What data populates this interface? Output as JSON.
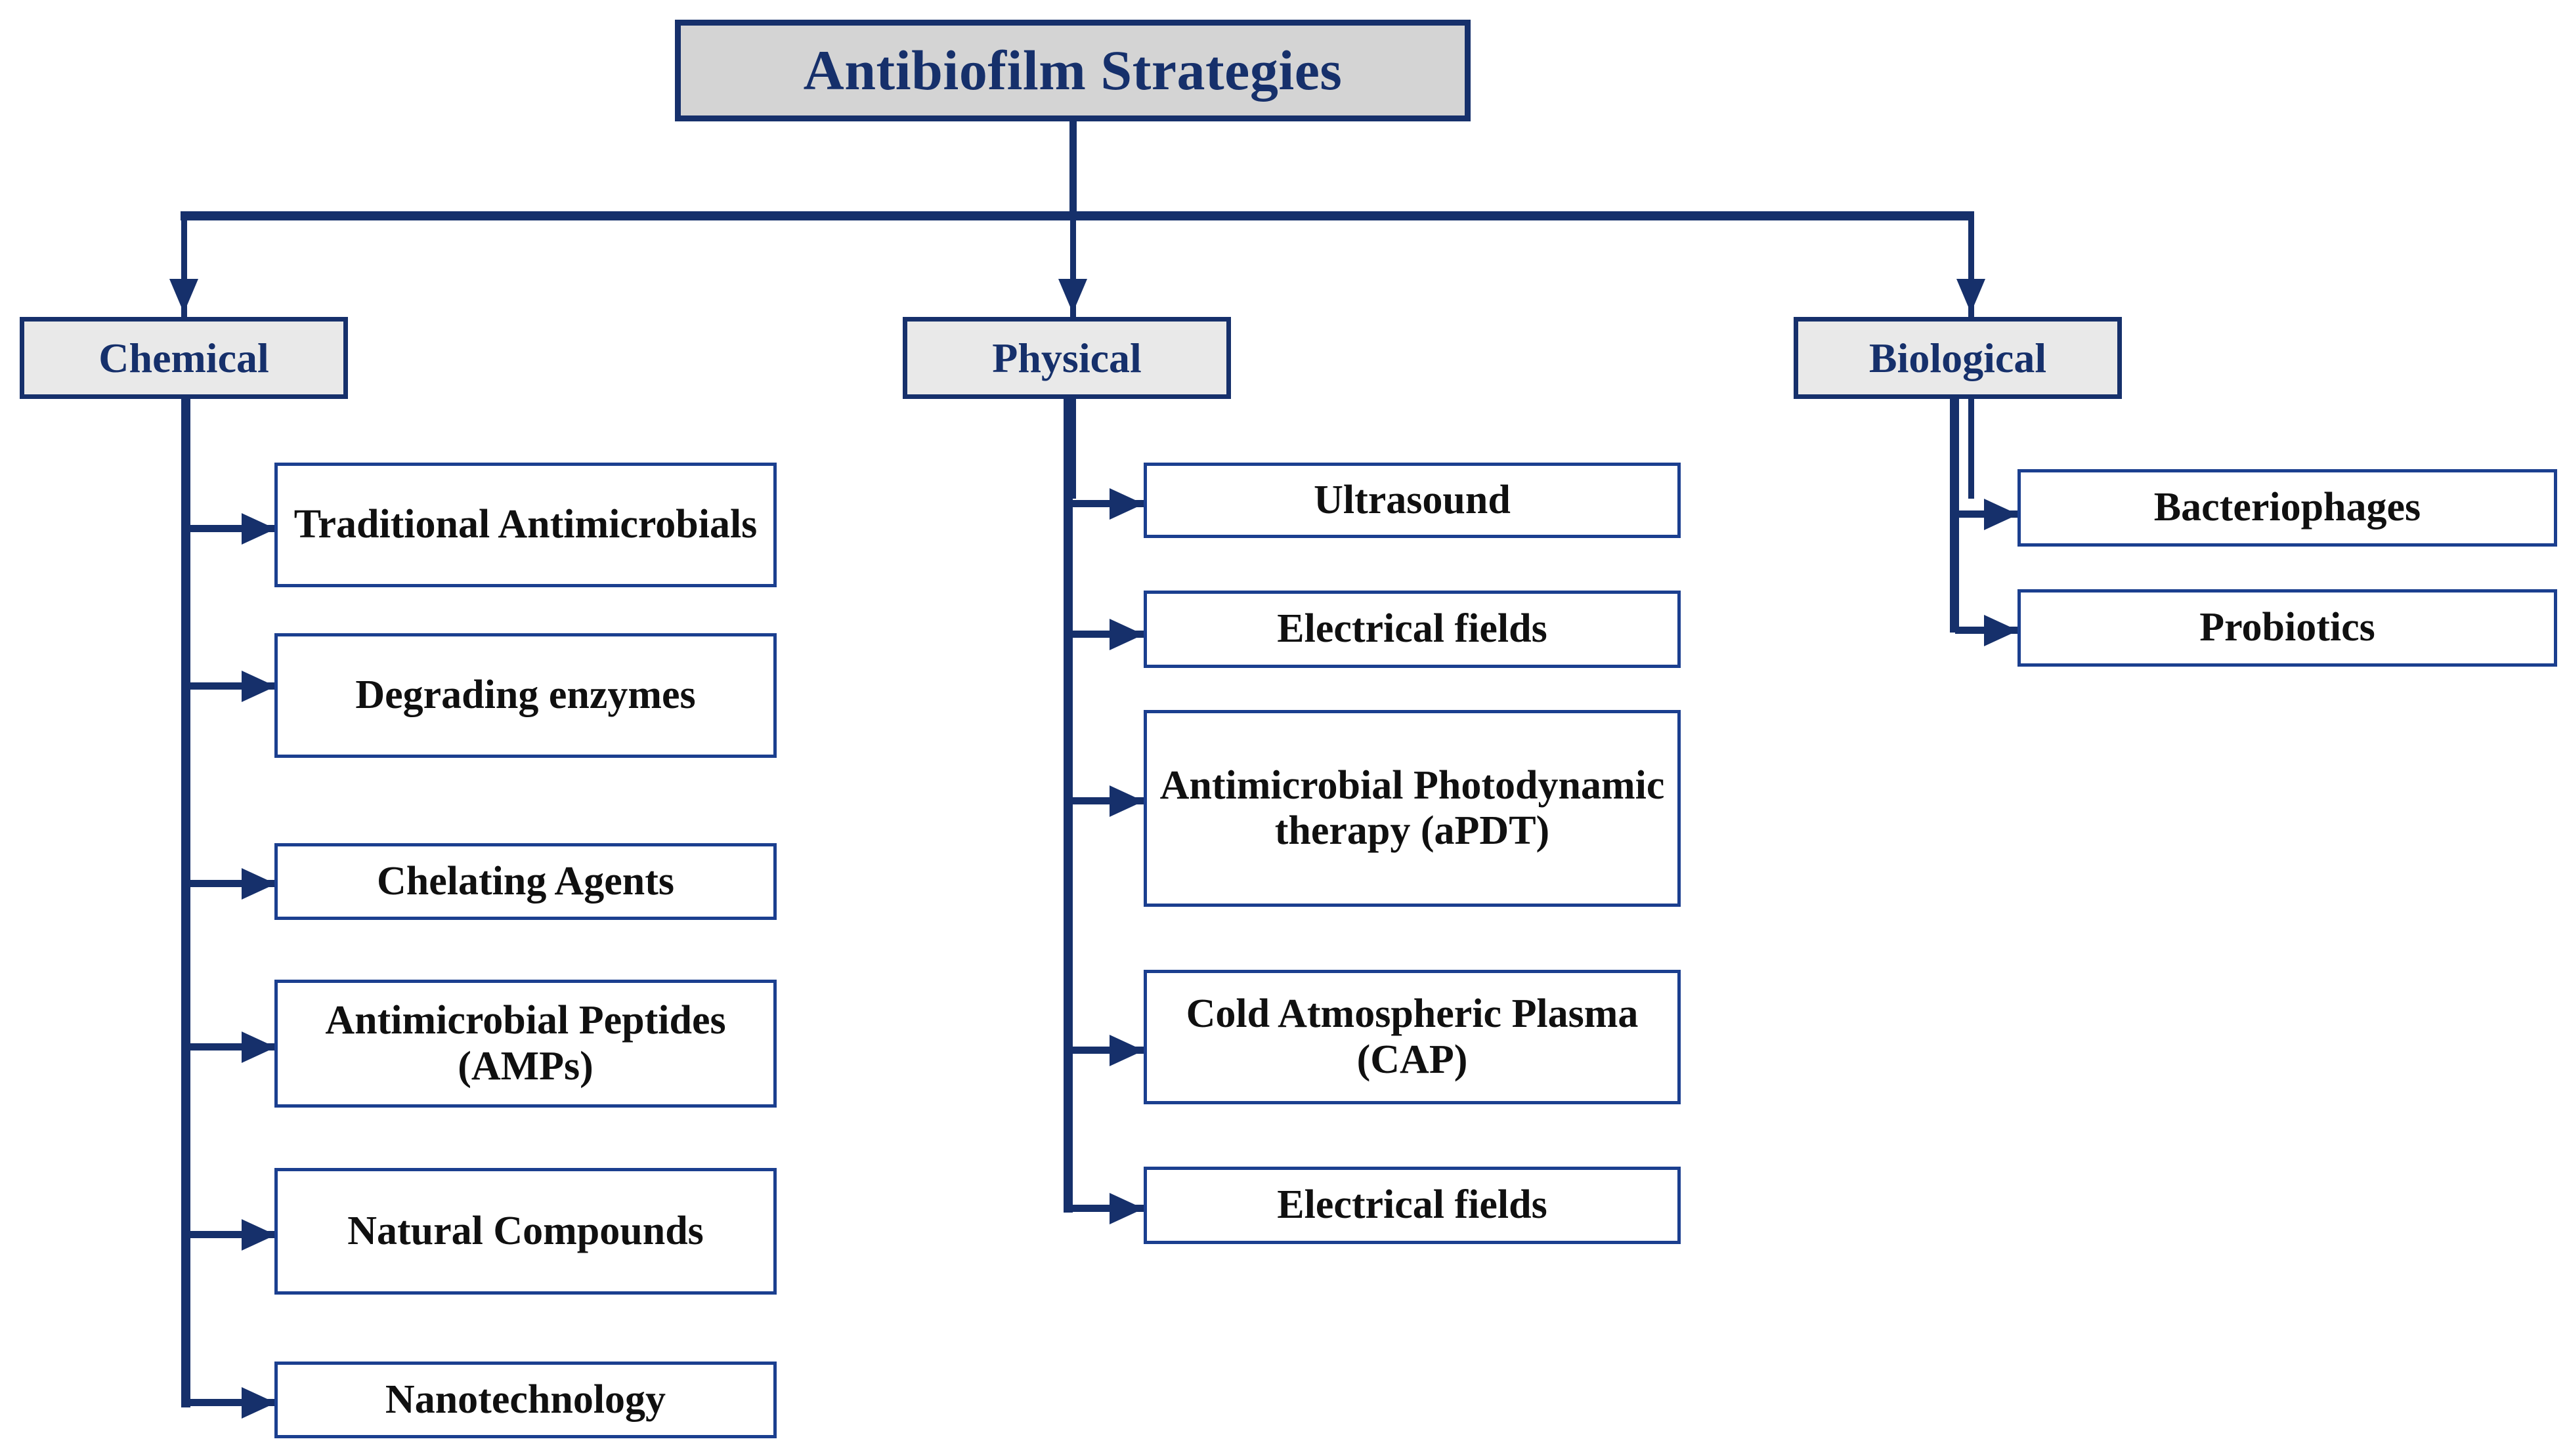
{
  "diagram": {
    "title": "Antibiofilm Strategies",
    "type": "hierarchical-tree",
    "colors": {
      "navy": "#16306b",
      "box_border_blue": "#1b3f8f",
      "root_fill": "#d4d4d4",
      "category_fill": "#e9e9e9",
      "leaf_fill": "#ffffff",
      "root_text": "#16306b",
      "category_text": "#16306b",
      "leaf_text": "#101010"
    },
    "branches": [
      {
        "id": "chemical",
        "label": "Chemical",
        "leaves": [
          {
            "id": "traditional-antimicrobials",
            "label": "Traditional Antimicrobials"
          },
          {
            "id": "degrading-enzymes",
            "label": "Degrading enzymes"
          },
          {
            "id": "chelating-agents",
            "label": "Chelating Agents"
          },
          {
            "id": "antimicrobial-peptides",
            "label": "Antimicrobial Peptides (AMPs)"
          },
          {
            "id": "natural-compounds",
            "label": "Natural Compounds"
          },
          {
            "id": "nanotechnology",
            "label": "Nanotechnology"
          }
        ]
      },
      {
        "id": "physical",
        "label": "Physical",
        "leaves": [
          {
            "id": "ultrasound",
            "label": "Ultrasound"
          },
          {
            "id": "electrical-fields-1",
            "label": "Electrical fields"
          },
          {
            "id": "apdt",
            "label": "Antimicrobial Photodynamic therapy (aPDT)"
          },
          {
            "id": "cap",
            "label": "Cold Atmospheric Plasma (CAP)"
          },
          {
            "id": "electrical-fields-2",
            "label": "Electrical fields"
          }
        ]
      },
      {
        "id": "biological",
        "label": "Biological",
        "leaves": [
          {
            "id": "bacteriophages",
            "label": "Bacteriophages"
          },
          {
            "id": "probiotics",
            "label": "Probiotics"
          }
        ]
      }
    ]
  }
}
